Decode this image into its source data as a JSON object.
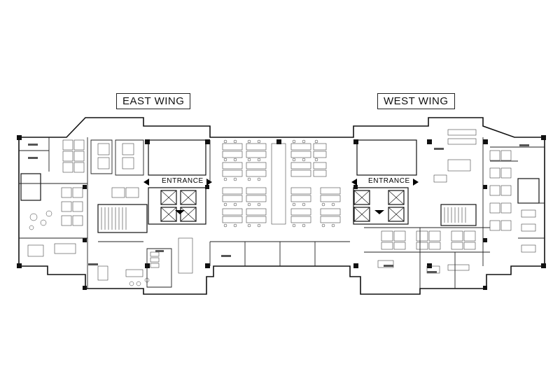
{
  "labels": {
    "east_wing": "EAST WING",
    "west_wing": "WEST WING",
    "entrance_east": "ENTRANCE",
    "entrance_west": "ENTRANCE"
  },
  "colors": {
    "wall": "#111111",
    "furniture": "#333333",
    "background": "#ffffff"
  }
}
